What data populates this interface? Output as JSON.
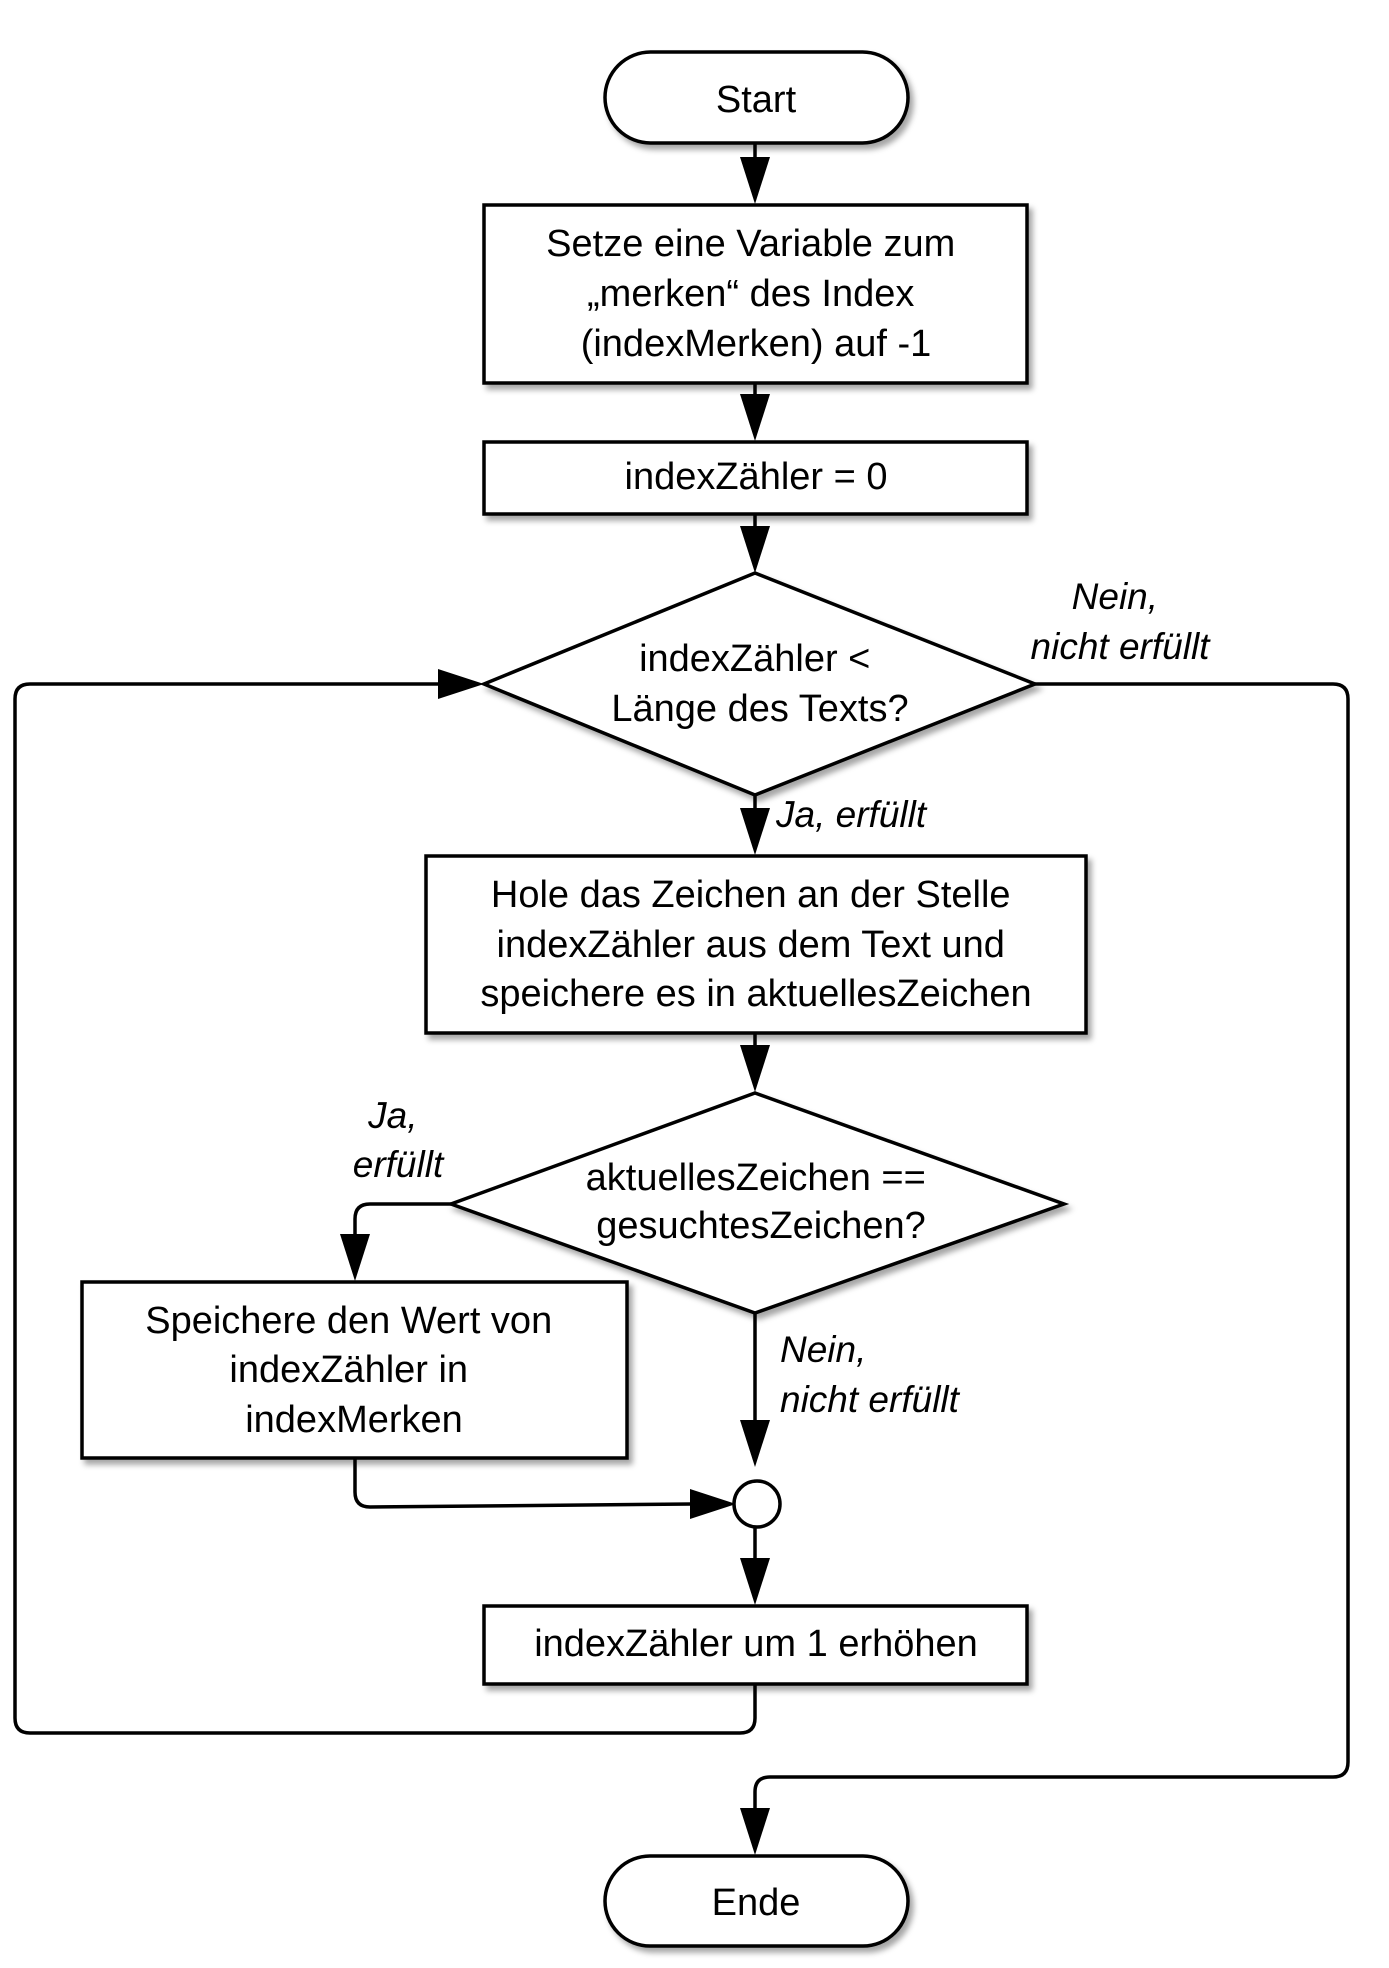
{
  "start": "Start",
  "init_var": [
    "Setze eine Variable zum",
    "„merken“ des Index",
    "(indexMerken) auf -1"
  ],
  "init_counter": "indexZähler = 0",
  "loop_condition": [
    "indexZähler <",
    "Länge des Texts?"
  ],
  "loop_yes": "Ja, erfüllt",
  "loop_no": [
    "Nein,",
    "nicht erfüllt"
  ],
  "get_char": [
    "Hole das Zeichen an der Stelle",
    "indexZähler aus dem Text und",
    "speichere es in aktuellesZeichen"
  ],
  "compare_condition": [
    "aktuellesZeichen ==",
    "gesuchtesZeichen?"
  ],
  "compare_yes": [
    "Ja,",
    "erfüllt"
  ],
  "compare_no": [
    "Nein,",
    "nicht erfüllt"
  ],
  "save_index": [
    "Speichere den Wert von",
    "indexZähler in",
    "indexMerken"
  ],
  "increment": "indexZähler um 1 erhöhen",
  "end": "Ende"
}
